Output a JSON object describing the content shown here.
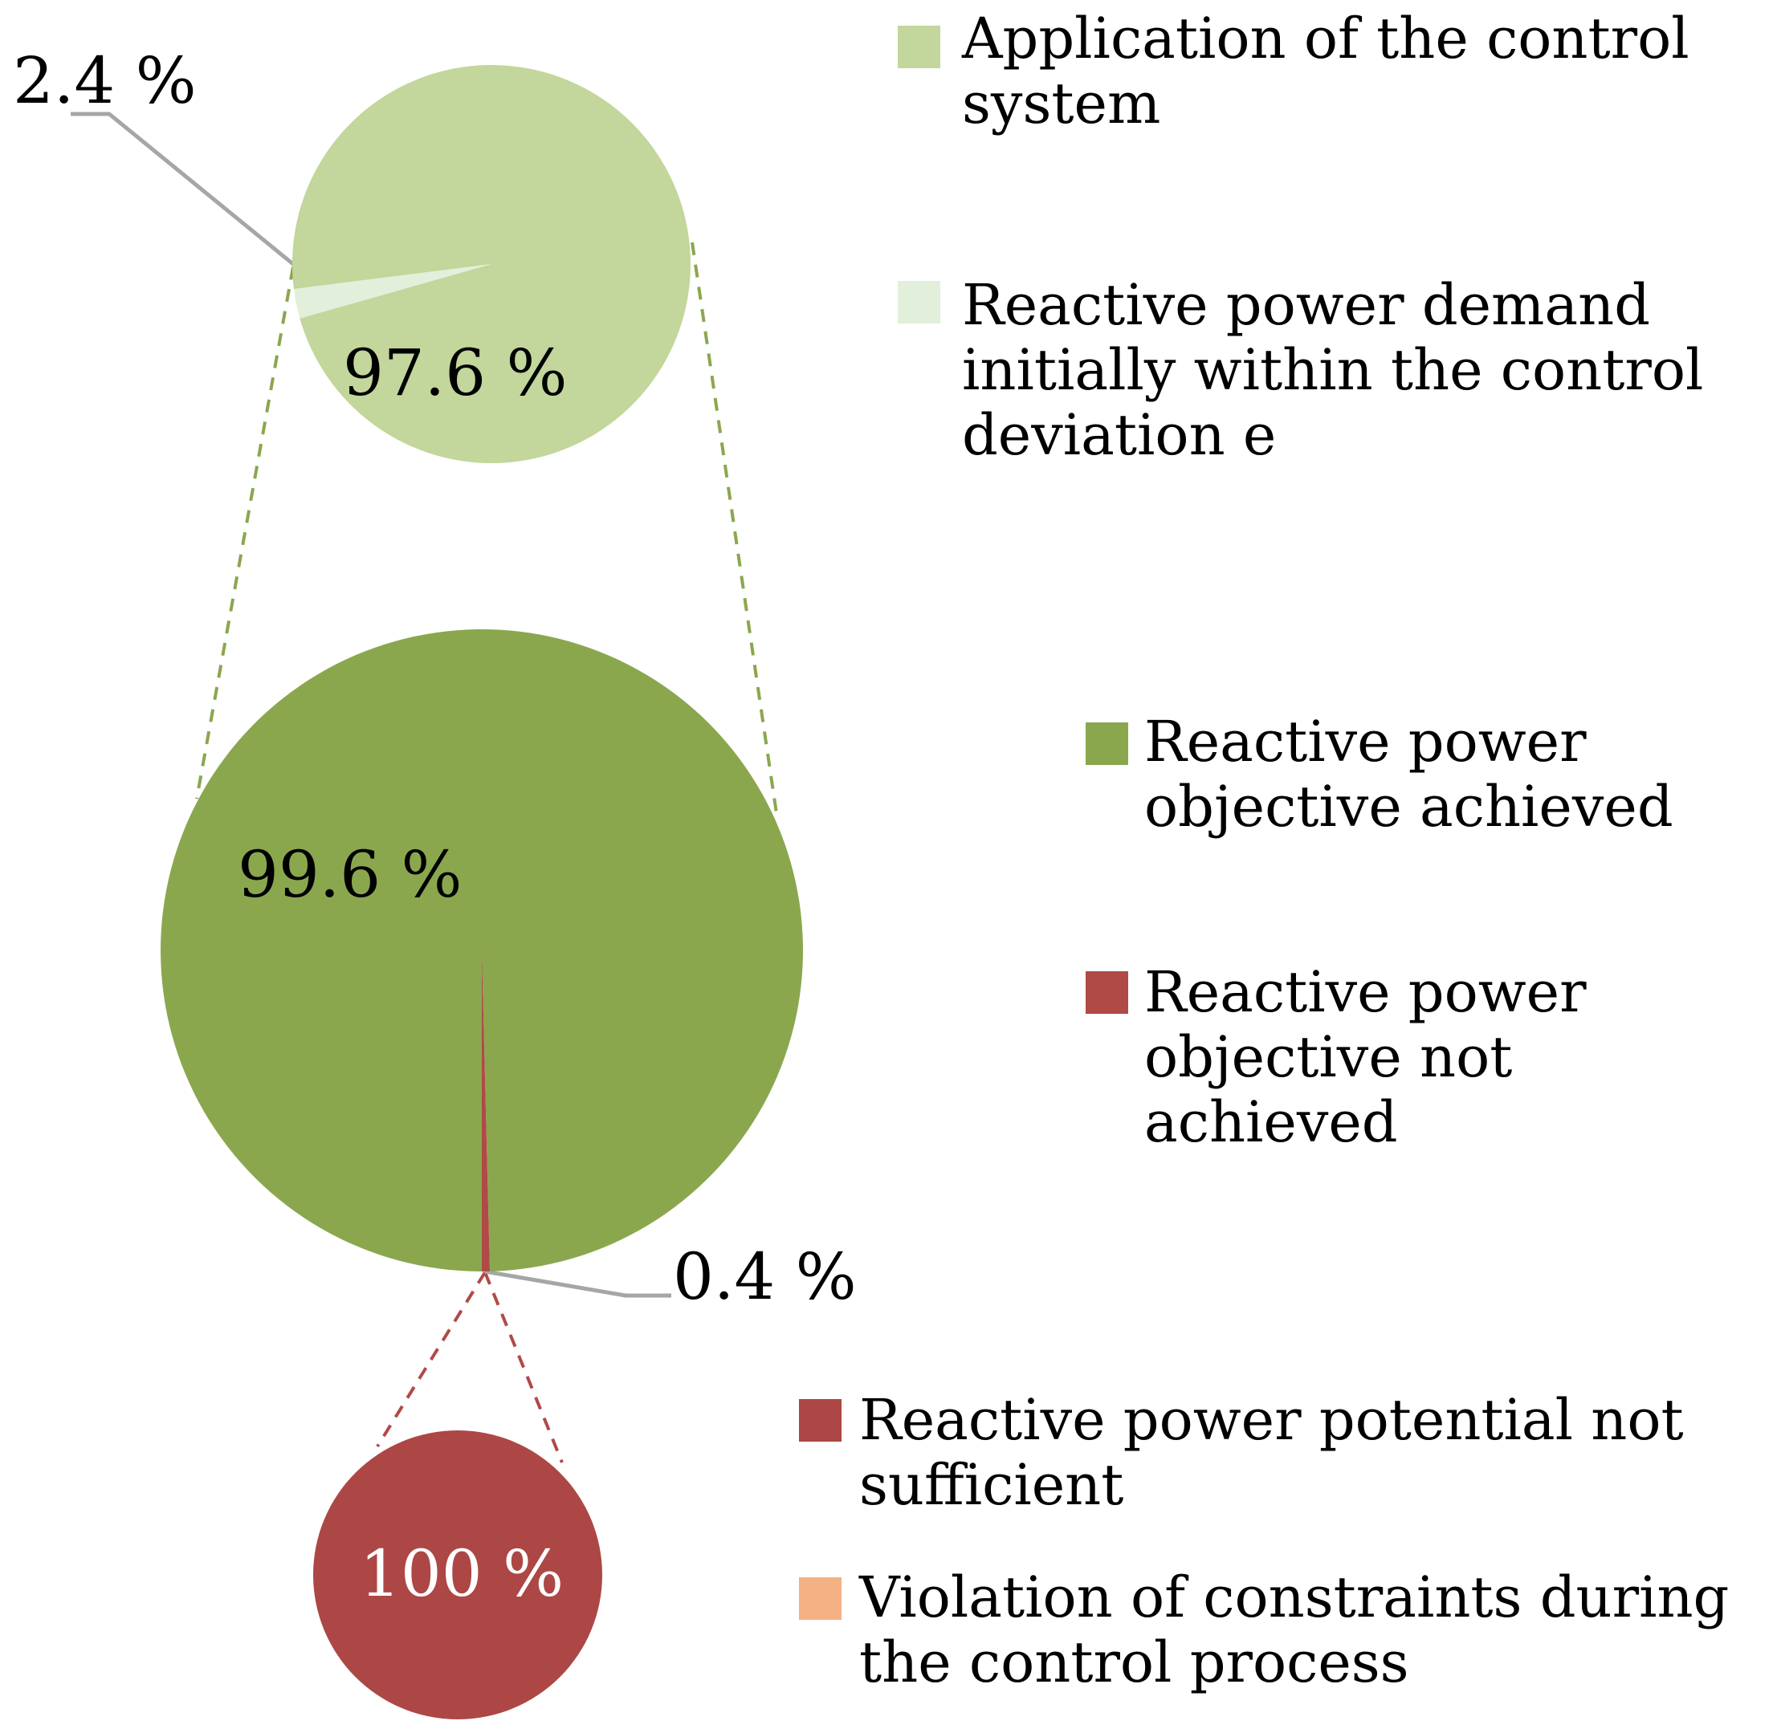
{
  "chart_data": [
    {
      "type": "pie",
      "slices": [
        {
          "name": "Application of the control system",
          "value": 97.6,
          "label": "97.6 %",
          "color": "#c3d69b"
        },
        {
          "name": "Reactive power demand initially within the control deviation e",
          "value": 2.4,
          "label": "2.4 %",
          "color": "#e2efda"
        }
      ]
    },
    {
      "type": "pie",
      "slices": [
        {
          "name": "Reactive power objective achieved",
          "value": 99.6,
          "label": "99.6 %",
          "color": "#8aa74e"
        },
        {
          "name": "Reactive power objective not achieved",
          "value": 0.4,
          "label": "0.4 %",
          "color": "#b04a47"
        }
      ]
    },
    {
      "type": "pie",
      "slices": [
        {
          "name": "Reactive power potential not sufficient",
          "value": 100,
          "label": "100 %",
          "color": "#ac4745"
        },
        {
          "name": "Violation of constraints during the control process",
          "value": 0,
          "label": "",
          "color": "#f4b183"
        }
      ]
    }
  ],
  "legend": [
    {
      "lines": [
        "Application of the control",
        "system"
      ],
      "color": "#c3d69b"
    },
    {
      "lines": [
        "Reactive power demand",
        "initially within the control",
        "deviation e"
      ],
      "color": "#e2efda"
    },
    {
      "lines": [
        "Reactive power",
        "objective achieved"
      ],
      "color": "#8aa74e"
    },
    {
      "lines": [
        "Reactive power",
        "objective not",
        "achieved"
      ],
      "color": "#b04a47"
    },
    {
      "lines": [
        "Reactive power potential not",
        "sufficient"
      ],
      "color": "#ac4745"
    },
    {
      "lines": [
        "Violation of constraints during",
        "the control process"
      ],
      "color": "#f4b183"
    }
  ],
  "colors": {
    "leader": "#a6a6a6",
    "dash_green": "#8aa74e",
    "dash_red": "#b04a47"
  }
}
